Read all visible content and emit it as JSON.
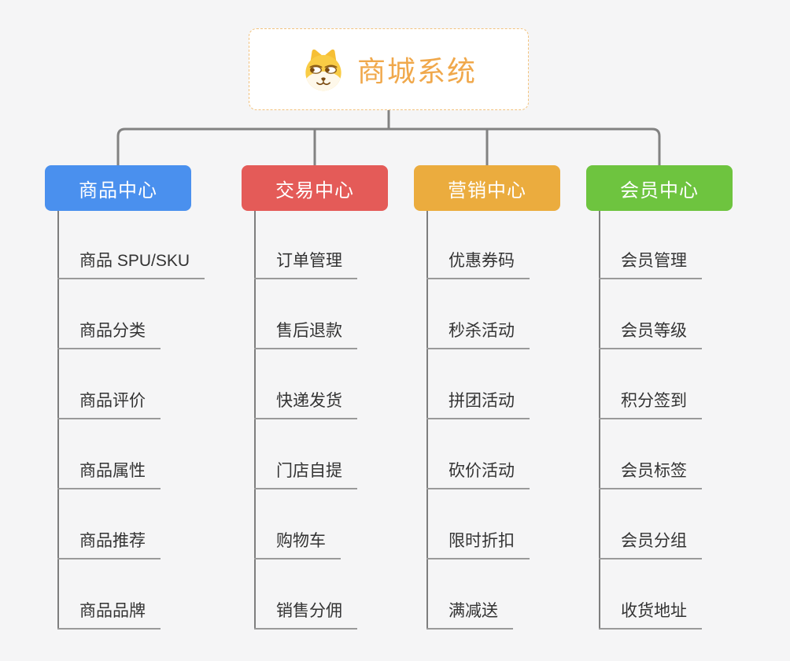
{
  "page": {
    "background_color": "#f5f5f6",
    "connector_color": "#828282"
  },
  "root": {
    "title": "商城系统",
    "title_color": "#f0a84b",
    "border_color": "#f2c27e",
    "icon": "shiba-dog-icon"
  },
  "branches": [
    {
      "label": "商品中心",
      "color": "#4a90ee",
      "items": [
        "商品 SPU/SKU",
        "商品分类",
        "商品评价",
        "商品属性",
        "商品推荐",
        "商品品牌"
      ]
    },
    {
      "label": "交易中心",
      "color": "#e45b58",
      "items": [
        "订单管理",
        "售后退款",
        "快递发货",
        "门店自提",
        "购物车",
        "销售分佣"
      ]
    },
    {
      "label": "营销中心",
      "color": "#ebac3e",
      "items": [
        "优惠券码",
        "秒杀活动",
        "拼团活动",
        "砍价活动",
        "限时折扣",
        "满减送"
      ]
    },
    {
      "label": "会员中心",
      "color": "#6ec43f",
      "items": [
        "会员管理",
        "会员等级",
        "积分签到",
        "会员标签",
        "会员分组",
        "收货地址"
      ]
    }
  ]
}
